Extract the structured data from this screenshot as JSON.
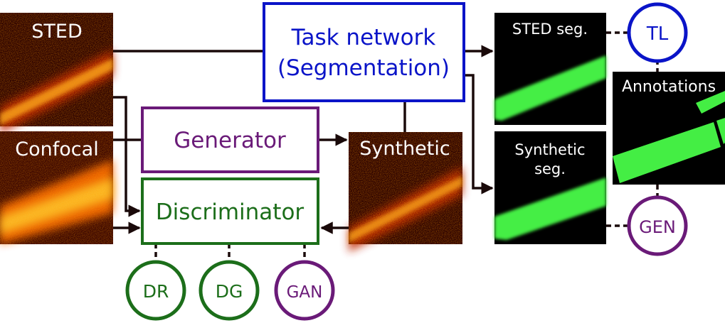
{
  "images": {
    "sted": {
      "label": "STED"
    },
    "confocal": {
      "label": "Confocal"
    },
    "synthetic": {
      "label": "Synthetic"
    },
    "sted_seg": {
      "label": "STED seg."
    },
    "synthetic_seg": {
      "label_line1": "Synthetic",
      "label_line2": "seg."
    },
    "annotations": {
      "label": "Annotations"
    }
  },
  "blocks": {
    "task_network": {
      "line1": "Task network",
      "line2": "(Segmentation)"
    },
    "generator": {
      "label": "Generator"
    },
    "discriminator": {
      "label": "Discriminator"
    }
  },
  "losses": {
    "tl": "TL",
    "gen": "GEN",
    "dr": "DR",
    "dg": "DG",
    "gan": "GAN"
  },
  "colors": {
    "task_blue": "#0a14c8",
    "generator_purple": "#6a1a78",
    "discriminator_green": "#1c6e1a",
    "arrow": "#1a0a0a",
    "seg_green": "#44ee44"
  }
}
